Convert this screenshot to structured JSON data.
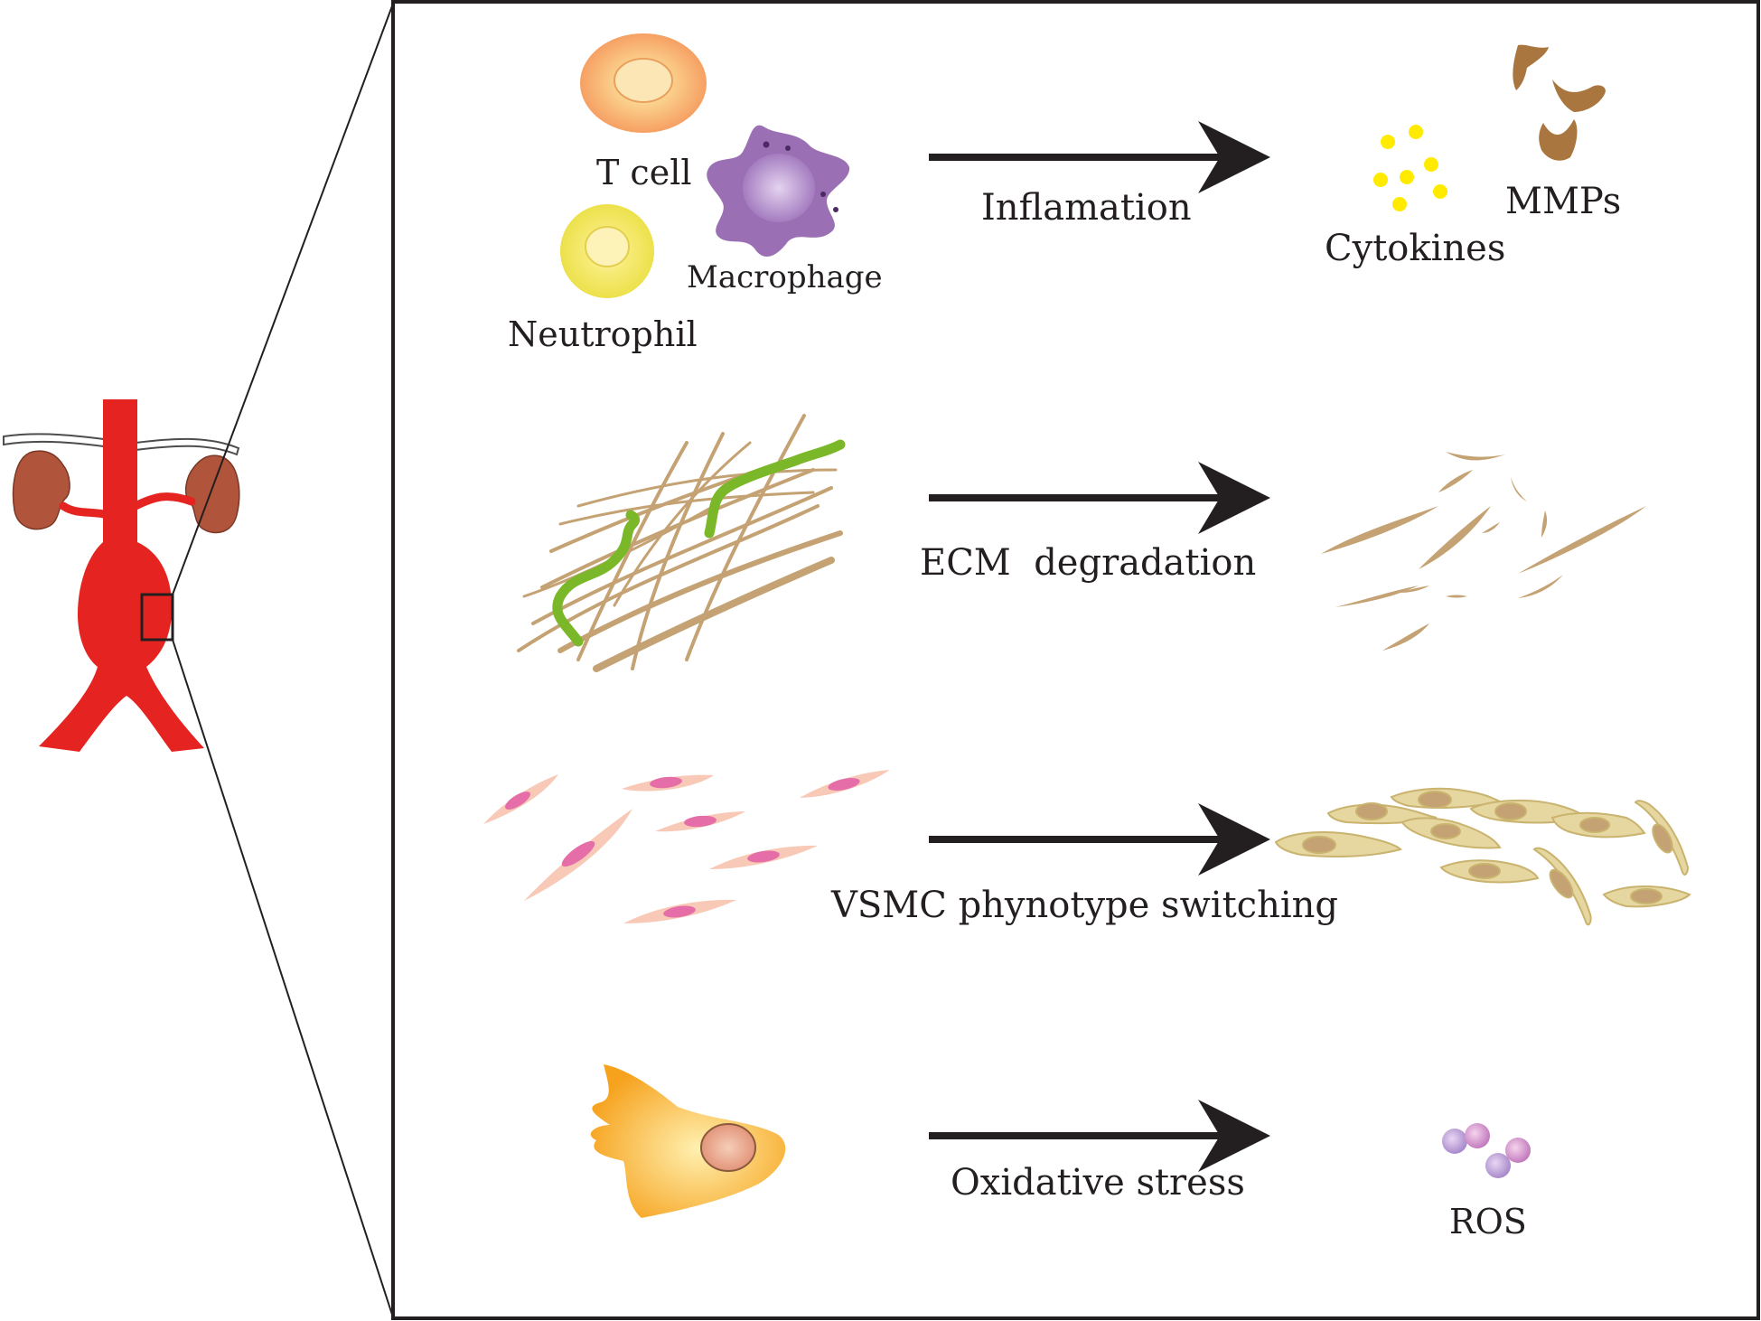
{
  "panel": {
    "rows": [
      {
        "process": "Inflamation",
        "left_labels": {
          "t_cell": "T cell",
          "macrophage": "Macrophage",
          "neutrophil": "Neutrophil"
        },
        "right_labels": {
          "cytokines": "Cytokines",
          "mmps": "MMPs"
        }
      },
      {
        "process": "ECM  degradation"
      },
      {
        "process": "VSMC phynotype switching"
      },
      {
        "process": "Oxidative stress",
        "right_labels": {
          "ros": "ROS"
        }
      }
    ]
  },
  "colors": {
    "aorta": "#e52421",
    "kidney": "#b0553b",
    "fiber": "#c4a273",
    "elastin": "#7ab829",
    "t_cell": "#f7a96a",
    "neutrophil": "#f2e54d",
    "macrophage": "#9b6fb3",
    "cytokine": "#ffea00",
    "mmp": "#a8763e",
    "vsmc_contractile": "#f8c9b6",
    "vsmc_synthetic": "#e6d7a0",
    "ros": "#c88cc4",
    "arrow": "#231f20"
  },
  "icons": [
    "aorta-icon",
    "kidney-icon",
    "t-cell-icon",
    "macrophage-icon",
    "neutrophil-icon",
    "cytokine-icon",
    "mmp-icon",
    "ecm-fiber-icon",
    "vsmc-icon",
    "oxidative-cell-icon",
    "ros-icon"
  ]
}
